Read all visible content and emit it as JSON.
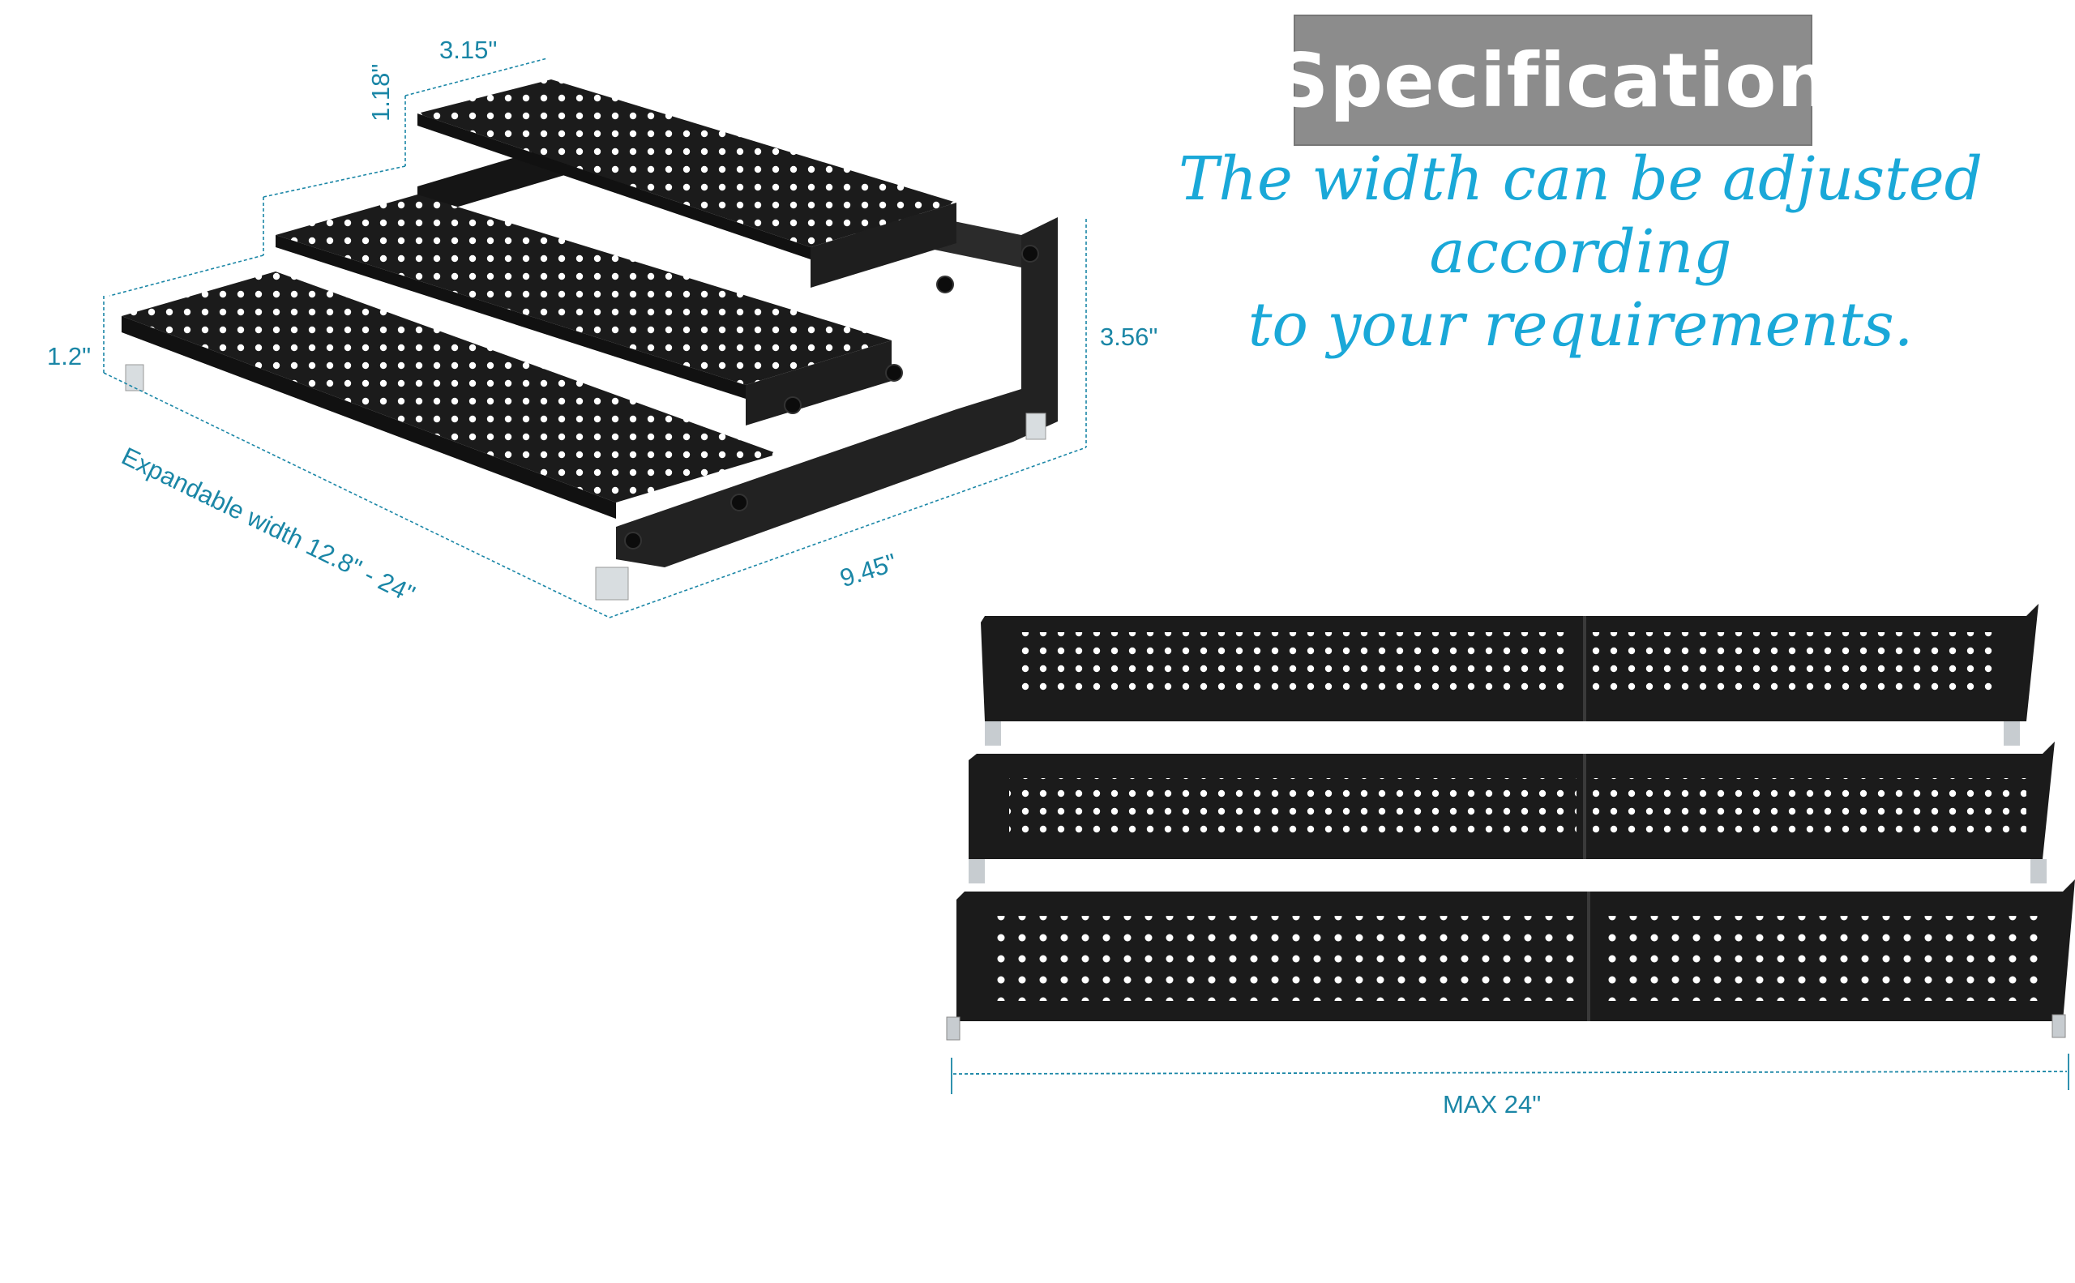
{
  "header": {
    "title": "Specification",
    "subtitle_line1": "The width can be adjusted according",
    "subtitle_line2": "to your requirements."
  },
  "dimensions": {
    "top_depth": "3.15\"",
    "step_height": "1.18\"",
    "front_lip": "1.2\"",
    "total_height": "3.56\"",
    "expandable_width": "Expandable width 12.8\" - 24\"",
    "depth": "9.45\"",
    "max_width": "MAX 24\""
  },
  "colors": {
    "banner": "#8c8c8c",
    "accent": "#1aa8d8",
    "dimension": "#1a86a6",
    "product": "#1b1b1b"
  }
}
